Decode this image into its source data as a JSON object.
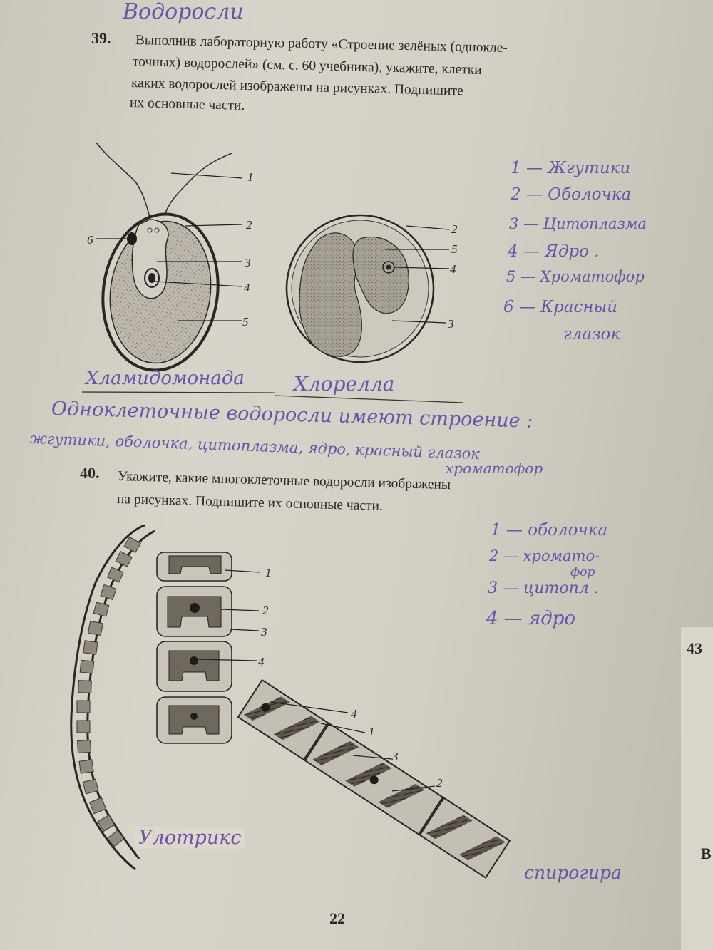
{
  "header_note": "Водоросли",
  "task39": {
    "number": "39.",
    "lines": [
      "Выполнив лабораторную работу «Строение зелёных (однокле-",
      "точных) водорослей» (см. с. 60 учебника), укажите, клетки",
      "каких водорослей изображены на рисунках. Подпишите",
      "их основные части."
    ],
    "fig1_labels": [
      "1",
      "2",
      "3",
      "4",
      "5",
      "6"
    ],
    "fig2_labels": [
      "2",
      "5",
      "4",
      "3"
    ],
    "answers": [
      "1 — Жгутики",
      "2 — Оболочка",
      "3 — Цитоплазма",
      "4 — Ядро .",
      "5 — Хроматофор",
      "6 — Красный",
      "глазок"
    ],
    "name1": "Хламидомонада",
    "name2": "Хлорелла",
    "conclusion": [
      "Одноклеточные водоросли имеют строение :",
      "жгутики, оболочка, цитоплазма, ядро, красный глазок",
      "хроматофор"
    ]
  },
  "task40": {
    "number": "40.",
    "lines": [
      "Укажите, какие многоклеточные водоросли изображены",
      "на рисунках. Подпишите их основные части."
    ],
    "fig3_labels": [
      "1",
      "2",
      "3",
      "4"
    ],
    "fig4_labels": [
      "4",
      "1",
      "3",
      "2"
    ],
    "answers": [
      "1 — оболочка",
      "2 — хромато-",
      "фор",
      "3 — цитопл .",
      "4 — ядро"
    ],
    "name1": "Улотрикс",
    "name2": "спирогира"
  },
  "page_number": "22",
  "edge_text": [
    "43",
    "В"
  ]
}
